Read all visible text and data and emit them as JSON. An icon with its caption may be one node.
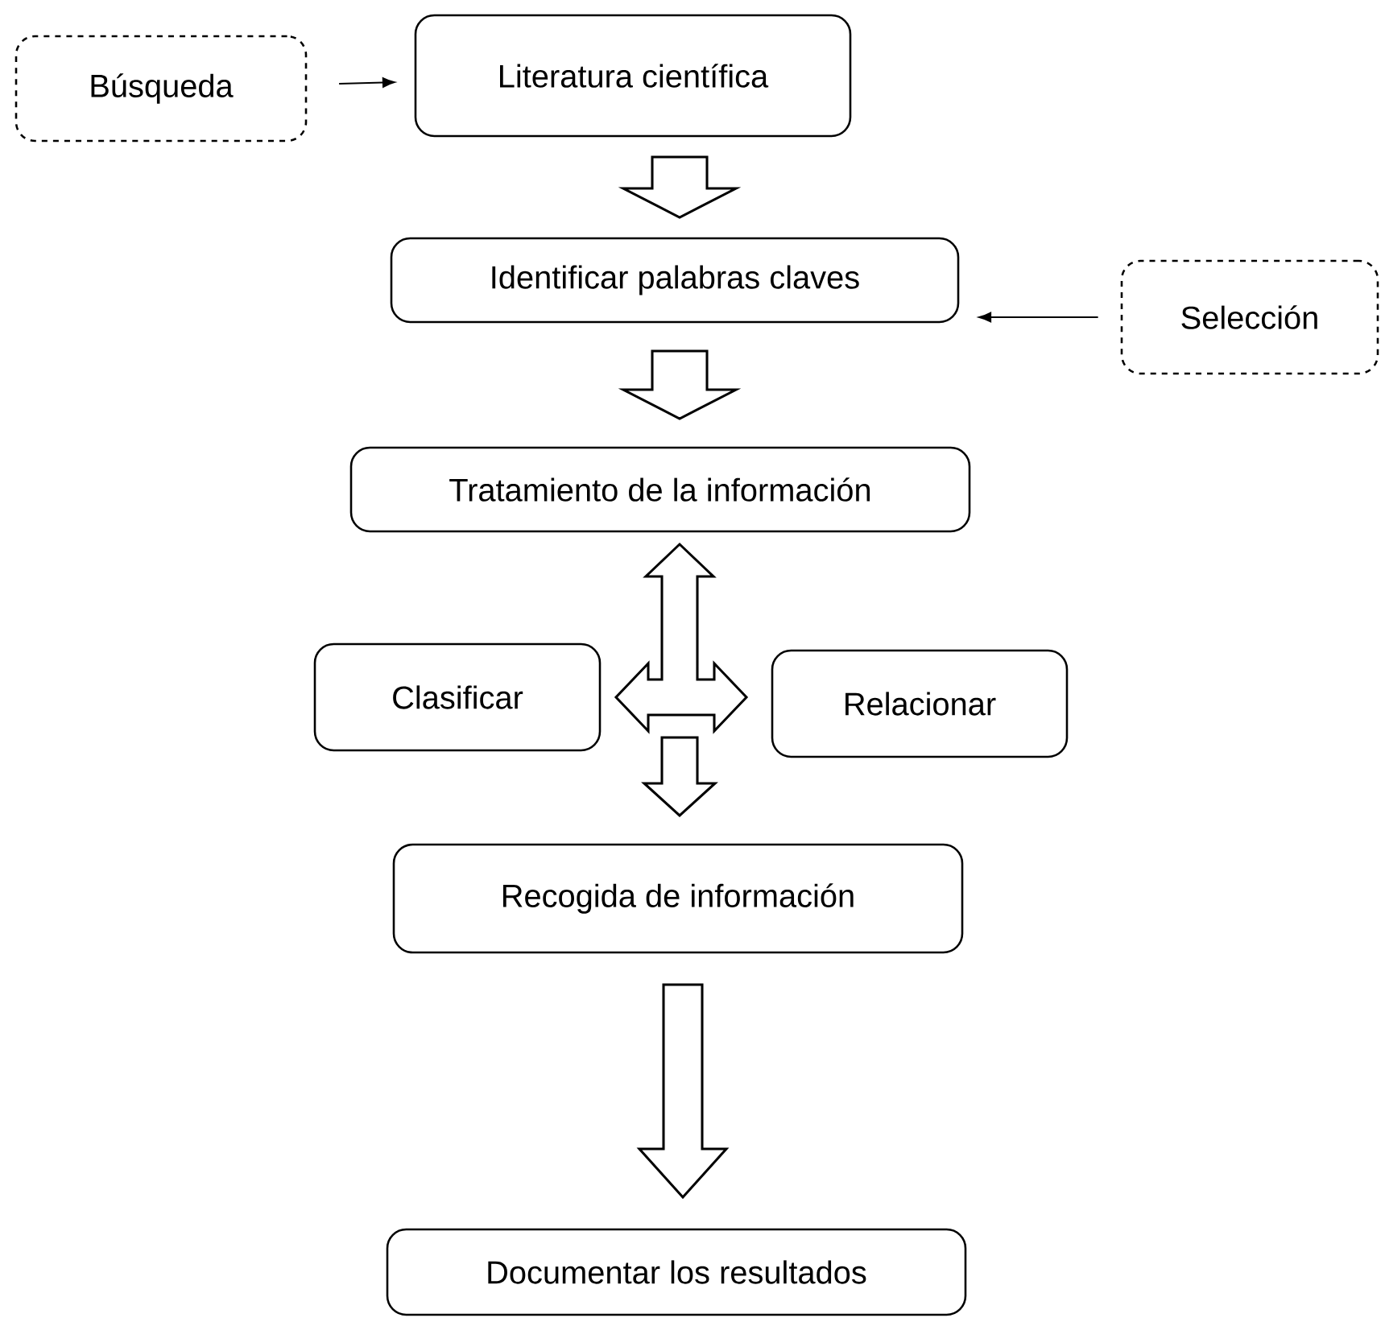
{
  "diagram": {
    "nodes": [
      {
        "text": [
          "Búsqueda"
        ]
      },
      {
        "text": [
          "Literatura científica"
        ]
      },
      {
        "text": [
          "Identificar palabras claves"
        ]
      },
      {
        "text": [
          "Selección"
        ]
      },
      {
        "text": [
          "Tratamiento de la información"
        ]
      },
      {
        "text": [
          "Clasificar"
        ]
      },
      {
        "text": [
          "Relacionar"
        ]
      },
      {
        "text": [
          "Recogida de información"
        ]
      },
      {
        "text": [
          "Documentar los resultados"
        ]
      }
    ],
    "edges": [
      {
        "from": 0,
        "to": 1,
        "arrow": "to"
      },
      {
        "from": 1,
        "to": 2,
        "arrow": "to",
        "style": "thick"
      },
      {
        "from": 3,
        "to": 2,
        "arrow": "to"
      },
      {
        "from": 2,
        "to": 4,
        "arrow": "to",
        "style": "thick"
      },
      {
        "from": null,
        "to": 4,
        "arrow": "to",
        "style": "thick"
      },
      {
        "from": 5,
        "to": 6,
        "arrow": "both",
        "style": "thick"
      },
      {
        "from": null,
        "to": 7,
        "arrow": "to",
        "style": "thick"
      },
      {
        "from": 7,
        "to": 8,
        "arrow": "to",
        "style": "thick"
      }
    ]
  }
}
